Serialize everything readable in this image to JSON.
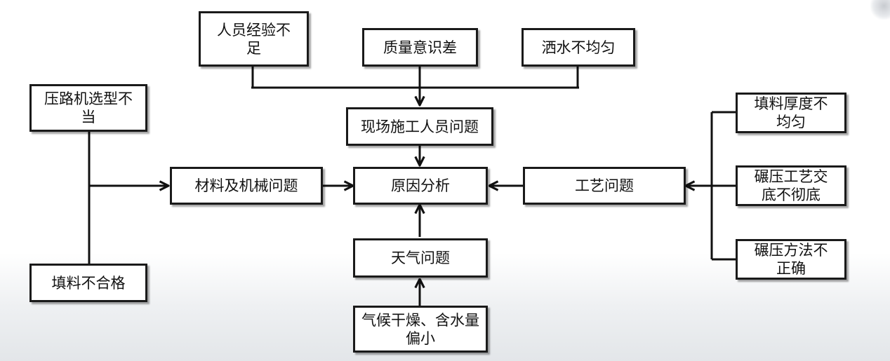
{
  "diagram": {
    "center": "原因分析",
    "top_cause": "现场施工人员问题",
    "top_factors": [
      "人员经验不足",
      "质量意识差",
      "洒水不均匀"
    ],
    "left_cause": "材料及机械问题",
    "left_factors": [
      "压路机选型不当",
      "填料不合格"
    ],
    "right_cause": "工艺问题",
    "right_factors": [
      "填料厚度不均匀",
      "碾压工艺交底不彻底",
      "碾压方法不正确"
    ],
    "bottom_cause": "天气问题",
    "bottom_factor": "气候干燥、含水量偏小"
  }
}
